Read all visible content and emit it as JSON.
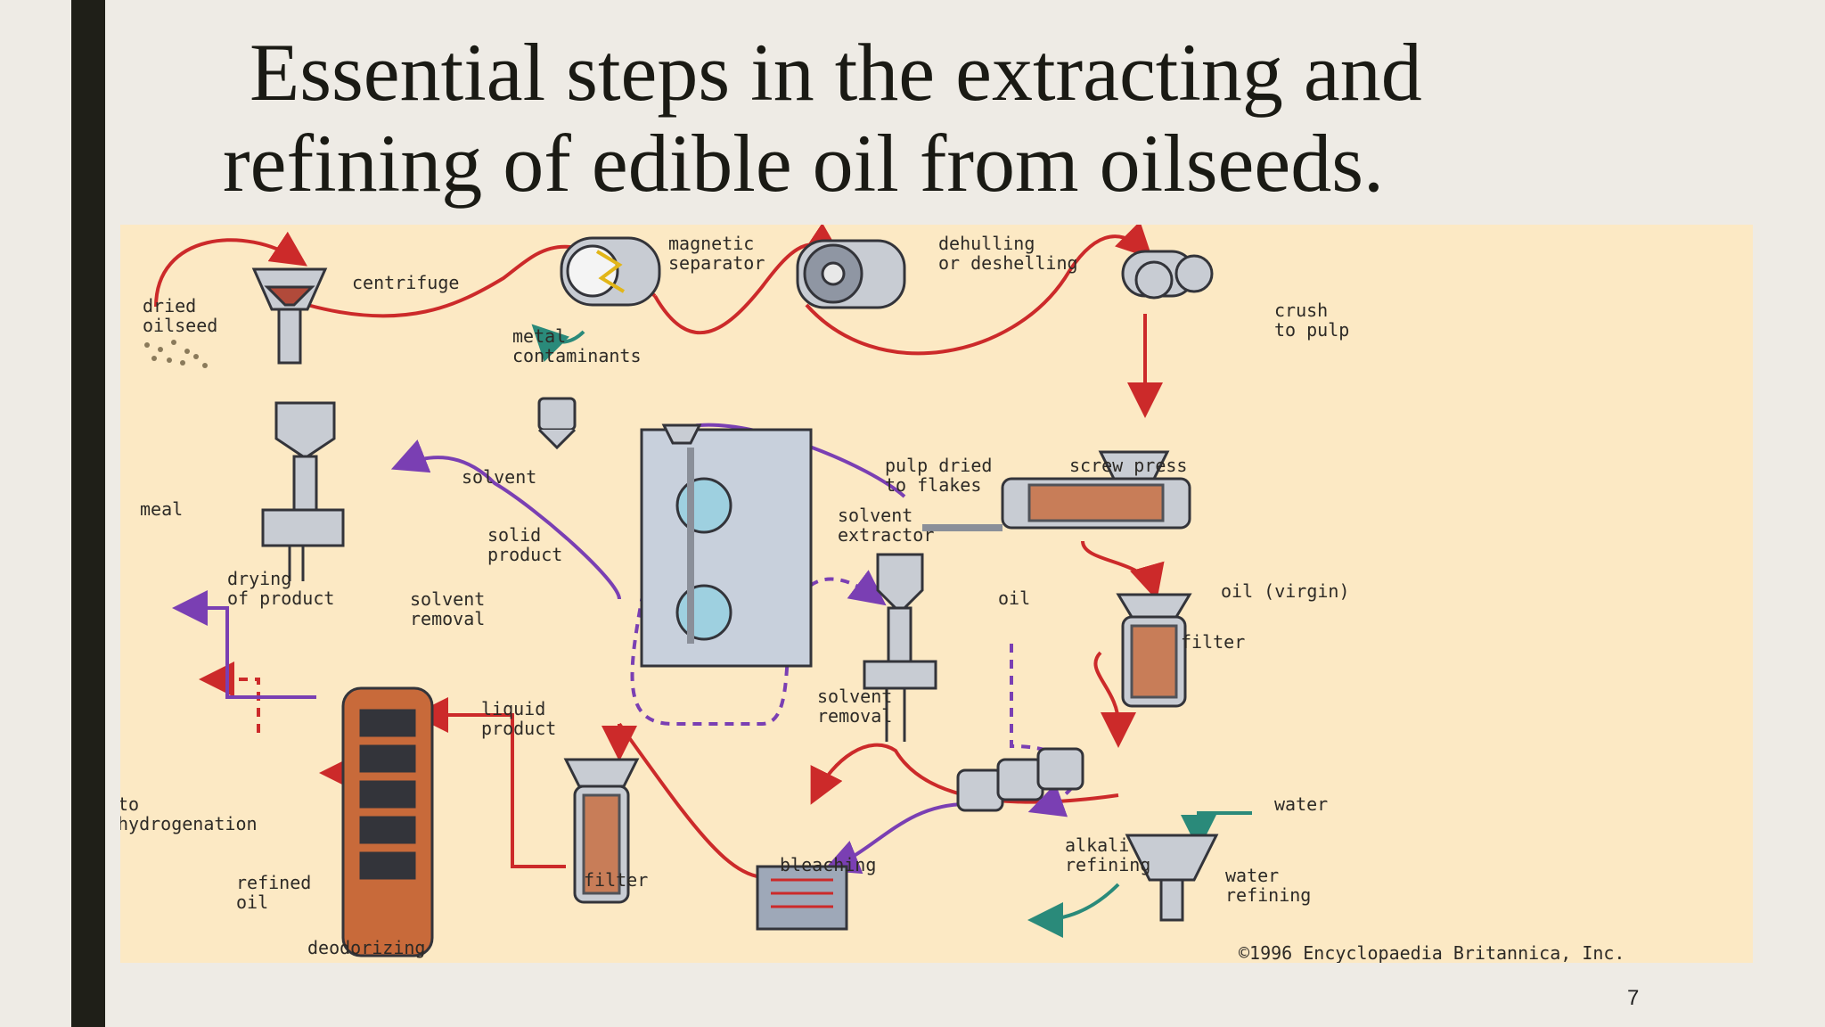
{
  "slide": {
    "title_line1": "Essential steps in the extracting and",
    "title_line2": "refining of edible oil from oilseeds.",
    "page_number": "7"
  },
  "diagram": {
    "labels": {
      "dried_oilseed": [
        "dried",
        "oilseed"
      ],
      "centrifuge": [
        "centrifuge"
      ],
      "metal_contaminants": [
        "metal",
        "contaminants"
      ],
      "magnetic_separator": [
        "magnetic",
        "separator"
      ],
      "dehulling": [
        "dehulling",
        "or deshelling"
      ],
      "crush_to_pulp": [
        "crush",
        "to pulp"
      ],
      "screw_press": [
        "screw press"
      ],
      "pulp_dried": [
        "pulp dried",
        "to flakes"
      ],
      "solvent_extractor": [
        "solvent",
        "extractor"
      ],
      "solvent": [
        "solvent"
      ],
      "meal": [
        "meal"
      ],
      "solid_product": [
        "solid",
        "product"
      ],
      "drying_of_product": [
        "drying",
        "of product"
      ],
      "solvent_removal_left": [
        "solvent",
        "removal"
      ],
      "liquid_product": [
        "liquid",
        "product"
      ],
      "oil": [
        "oil"
      ],
      "solvent_removal_right": [
        "solvent",
        "removal"
      ],
      "oil_virgin": [
        "oil (virgin)"
      ],
      "filter_right": [
        "filter"
      ],
      "water": [
        "water"
      ],
      "alkali_refining": [
        "alkali",
        "refining"
      ],
      "water_refining": [
        "water",
        "refining"
      ],
      "bleaching": [
        "bleaching"
      ],
      "filter_bottom": [
        "filter"
      ],
      "to_hydrogenation": [
        "to",
        "hydrogenation"
      ],
      "refined_oil": [
        "refined",
        "oil"
      ],
      "deodorizing": [
        "deodorizing"
      ],
      "copyright": [
        "©1996 Encyclopaedia Britannica, Inc."
      ]
    }
  },
  "colors": {
    "flow_oil": "#cc2a2a",
    "flow_solvent": "#7a3fb3",
    "flow_water": "#2a8a7a",
    "equipment_body": "#c8ccd3",
    "equipment_outline": "#33343a",
    "coil": "#c86a3a"
  }
}
